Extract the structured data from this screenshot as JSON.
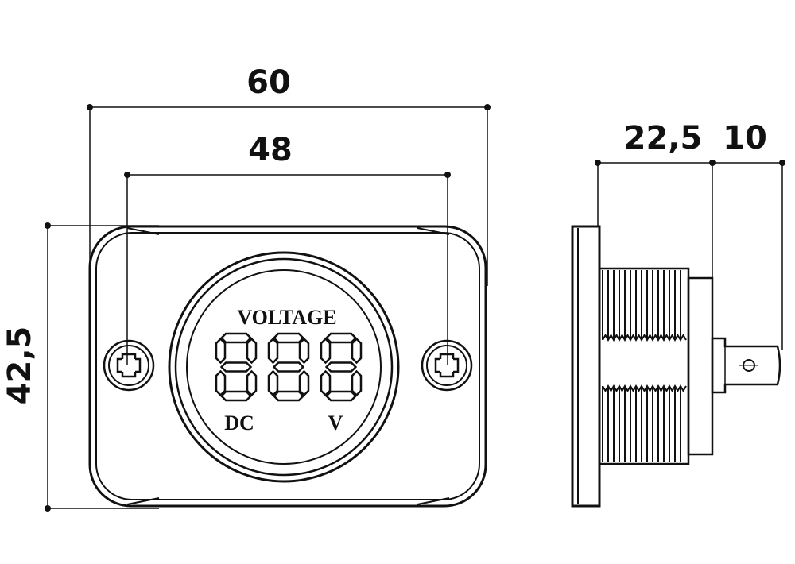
{
  "dimensions": {
    "width_overall": "60",
    "width_mounting": "48",
    "height": "42,5",
    "body_length": "22,5",
    "terminal_length": "10"
  },
  "faceplate": {
    "title": "VOLTAGE",
    "display": "888",
    "unit_left": "DC",
    "unit_right": "V"
  }
}
